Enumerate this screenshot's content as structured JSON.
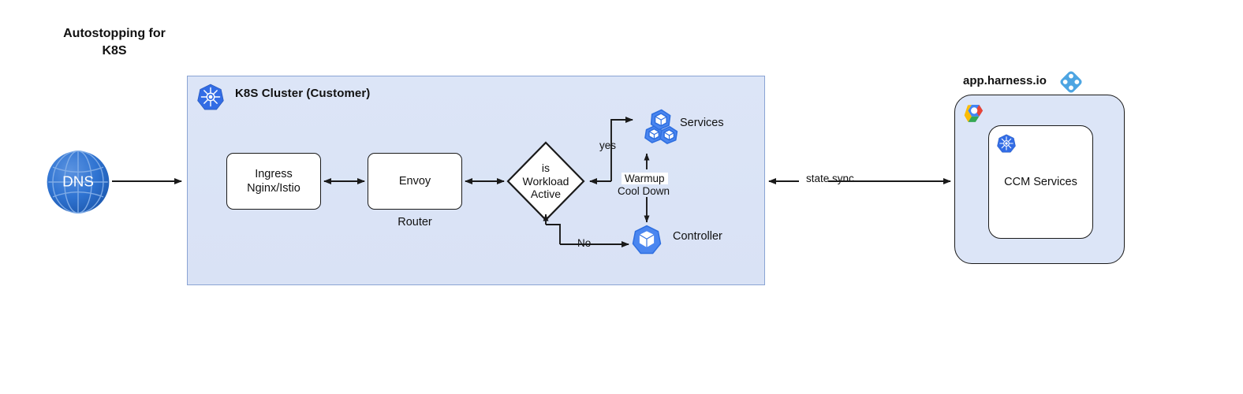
{
  "title": "Autostopping for\nK8S",
  "cluster": {
    "title": "K8S Cluster (Customer)",
    "icon": "kubernetes-icon"
  },
  "dns": {
    "label": "DNS",
    "icon": "dns-globe-icon"
  },
  "nodes": {
    "ingress": {
      "label": "Ingress\nNginx/Istio"
    },
    "envoy": {
      "label": "Envoy",
      "caption": "Router"
    },
    "decision": {
      "label": "is\nWorkload\nActive"
    },
    "services": {
      "caption": "Services",
      "icon": "kubernetes-pods-icon"
    },
    "controller": {
      "caption": "Controller",
      "icon": "kubernetes-pod-icon"
    }
  },
  "edges": {
    "yes": "yes",
    "no": "No",
    "state_sync": "state sync",
    "warmup": "Warmup",
    "cool_down": "Cool Down"
  },
  "harness": {
    "title": "app.harness.io",
    "logo": "harness-logo-icon",
    "cloud_logo": "google-cloud-icon",
    "inner": {
      "label": "CCM Services",
      "icon": "kubernetes-icon"
    }
  },
  "colors": {
    "cluster_fill": "#dce5f7",
    "cluster_border": "#8aa4d4",
    "k8s_blue": "#326ce5",
    "harness_blue": "#4da5e2",
    "node_stroke": "#1a1a1a",
    "dns_blue": "#2d6fd0"
  }
}
